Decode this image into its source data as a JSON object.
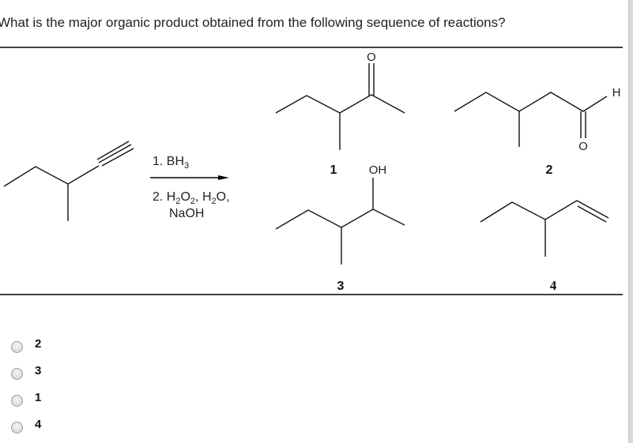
{
  "question": {
    "text": "What is the major organic product obtained from the following sequence of reactions?"
  },
  "reaction": {
    "reagents": {
      "step1": "1. BH",
      "step1_sub": "3",
      "step2_prefix": "2. H",
      "step2_sub1": "2",
      "step2_mid": "O",
      "step2_sub2": "2",
      "step2_mid2": ", H",
      "step2_sub3": "2",
      "step2_suffix": "O,",
      "step3": "NaOH"
    },
    "arrow_color": "#000000"
  },
  "products": [
    {
      "label": "1",
      "atoms": [
        "O"
      ]
    },
    {
      "label": "2",
      "atoms": [
        "H",
        "O"
      ]
    },
    {
      "label": "3",
      "atoms": [
        "OH"
      ]
    },
    {
      "label": "4",
      "atoms": []
    }
  ],
  "answer_options": [
    {
      "label": "2",
      "selected": false
    },
    {
      "label": "3",
      "selected": false
    },
    {
      "label": "1",
      "selected": false
    },
    {
      "label": "4",
      "selected": false
    }
  ]
}
